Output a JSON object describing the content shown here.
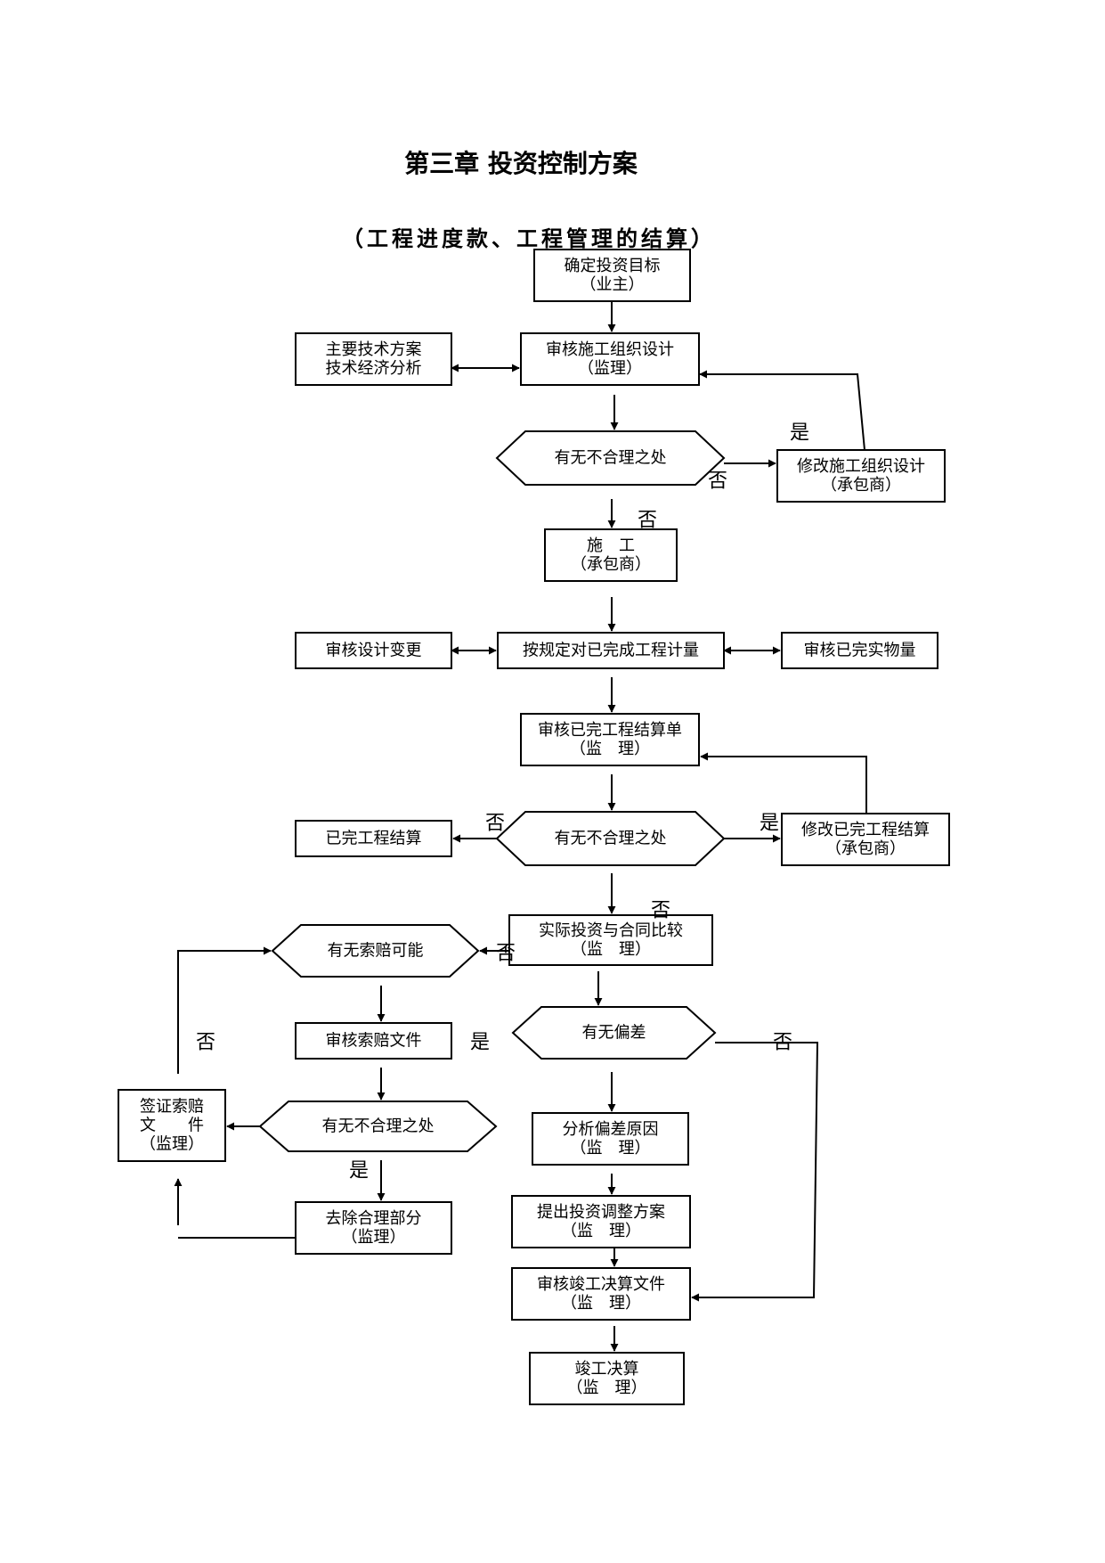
{
  "title": "第三章  投资控制方案",
  "subtitle": "（工程进度款、工程管理的结算）",
  "nodes": {
    "n_goal": [
      "确定投资目标",
      "（业主）"
    ],
    "n_review_org": [
      "审核施工组织设计",
      "（监理）"
    ],
    "n_tech": [
      "主要技术方案",
      "技术经济分析"
    ],
    "n_d1": [
      "有无不合理之处"
    ],
    "n_mod_org": [
      "修改施工组织设计",
      "（承包商）"
    ],
    "n_build": [
      "施　工",
      "（承包商）"
    ],
    "n_measure": [
      "按规定对已完成工程计量"
    ],
    "n_change": [
      "审核设计变更"
    ],
    "n_qty": [
      "审核已完实物量"
    ],
    "n_settle_sheet": [
      "审核已完工程结算单",
      "（监　理）"
    ],
    "n_d2": [
      "有无不合理之处"
    ],
    "n_done_settle": [
      "已完工程结算"
    ],
    "n_mod_settle": [
      "修改已完工程结算",
      "（承包商）"
    ],
    "n_compare": [
      "实际投资与合同比较",
      "（监　理）"
    ],
    "n_claim_d": [
      "有无索赔可能"
    ],
    "n_claim_doc": [
      "审核索赔文件"
    ],
    "n_d3": [
      "有无不合理之处"
    ],
    "n_sign": [
      "签证索赔",
      "文　　件",
      "（监理）"
    ],
    "n_remove": [
      "去除合理部分",
      "（监理）"
    ],
    "n_dev_d": [
      "有无偏差"
    ],
    "n_analyze": [
      "分析偏差原因",
      "（监　理）"
    ],
    "n_adjust": [
      "提出投资调整方案",
      "（监　理）"
    ],
    "n_final_doc": [
      "审核竣工决算文件",
      "（监　理）"
    ],
    "n_final": [
      "竣工决算",
      "（监　理）"
    ]
  },
  "labels": {
    "l_d1_yes": "是",
    "l_d1_no_right": "否",
    "l_d1_no_down": "否",
    "l_d2_no_left": "否",
    "l_d2_yes": "是",
    "l_d2_no_down": "否",
    "l_compare_no": "否",
    "l_claim_no": "否",
    "l_claim_yes": "是",
    "l_dev_no": "否",
    "l_d3_yes": "是"
  }
}
